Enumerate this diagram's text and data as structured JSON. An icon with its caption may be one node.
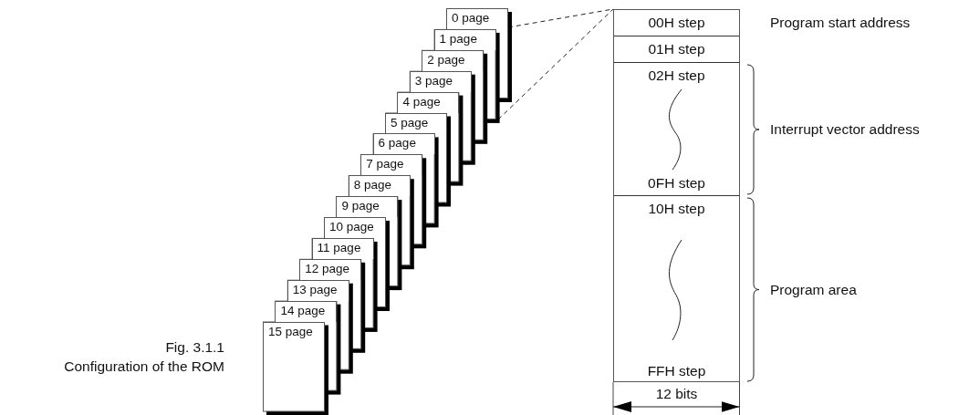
{
  "diagram": {
    "caption": "Fig. 3.1.1 Configuration of the ROM",
    "nodes": [
      {
        "text": [
          "0 page"
        ]
      },
      {
        "text": [
          "1 page"
        ]
      },
      {
        "text": [
          "2 page"
        ]
      },
      {
        "text": [
          "3 page"
        ]
      },
      {
        "text": [
          "4 page"
        ]
      },
      {
        "text": [
          "5 page"
        ]
      },
      {
        "text": [
          "6 page"
        ]
      },
      {
        "text": [
          "7 page"
        ]
      },
      {
        "text": [
          "8 page"
        ]
      },
      {
        "text": [
          "9 page"
        ]
      },
      {
        "text": [
          "10 page"
        ]
      },
      {
        "text": [
          "11 page"
        ]
      },
      {
        "text": [
          "12 page"
        ]
      },
      {
        "text": [
          "13 page"
        ]
      },
      {
        "text": [
          "14 page"
        ]
      },
      {
        "text": [
          "15 page"
        ]
      },
      {
        "text": [],
        "shape": "box"
      },
      {
        "text": [
          "00H step"
        ],
        "in": 16,
        "beside": [
          "Program start address"
        ]
      },
      {
        "text": [
          "01H step"
        ],
        "in": 16
      },
      {
        "text": [
          "02H step",
          "0FH step"
        ],
        "in": 16,
        "beside": [
          "Interrupt vector address"
        ]
      },
      {
        "text": [
          "10H step",
          "FFH step"
        ],
        "in": 16,
        "beside": [
          "Program area"
        ]
      }
    ],
    "edges": [
      {
        "from": 0,
        "to": 16,
        "arrow": "none",
        "style": "dashed"
      },
      {
        "from": null,
        "to": 16,
        "arrow": "none",
        "style": "dashed"
      }
    ],
    "labels": [
      "12 bits"
    ]
  }
}
